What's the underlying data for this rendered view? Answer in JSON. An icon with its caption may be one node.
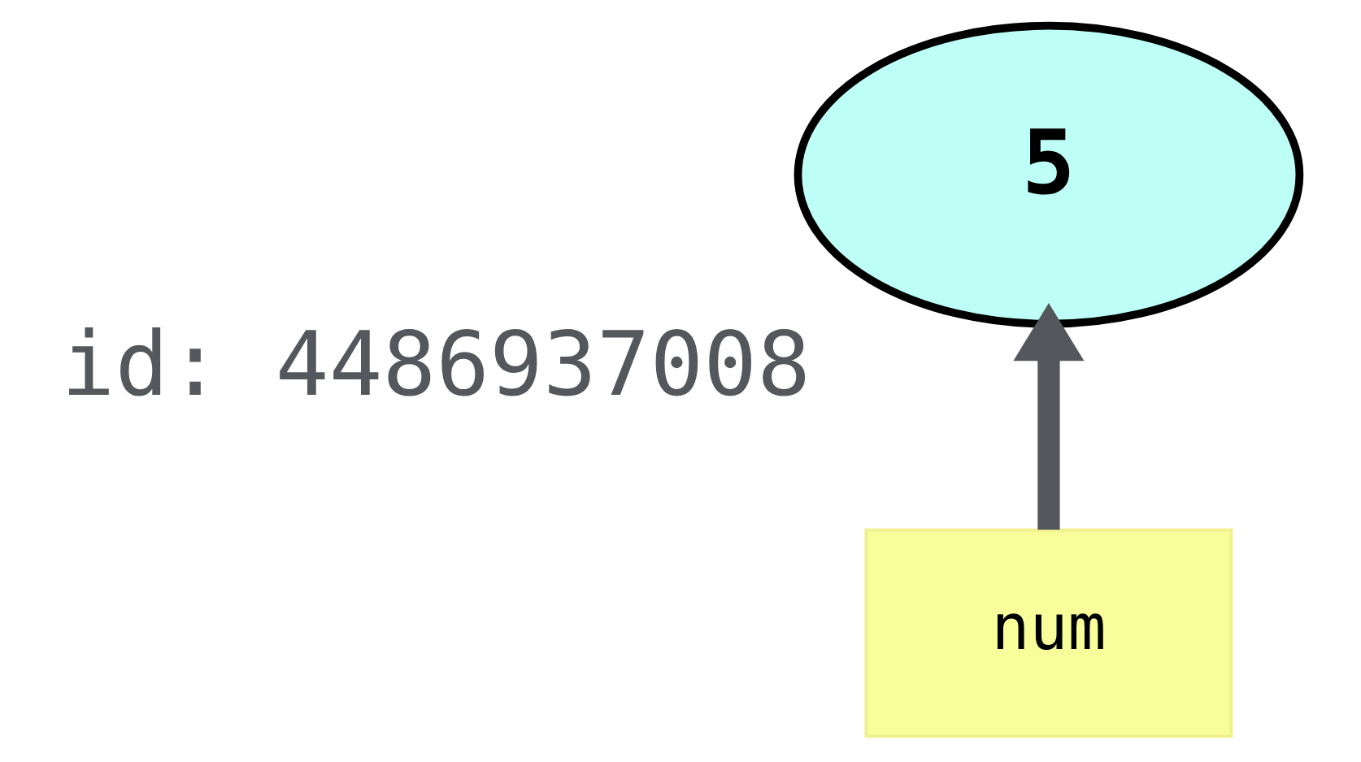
{
  "diagram": {
    "nodes": [
      {
        "text": [
          "5"
        ],
        "beside": [
          "id: 4486937008"
        ]
      },
      {
        "text": [
          "num"
        ]
      }
    ],
    "edges": [
      {
        "from": 1,
        "to": 0,
        "arrow": "to"
      }
    ]
  }
}
